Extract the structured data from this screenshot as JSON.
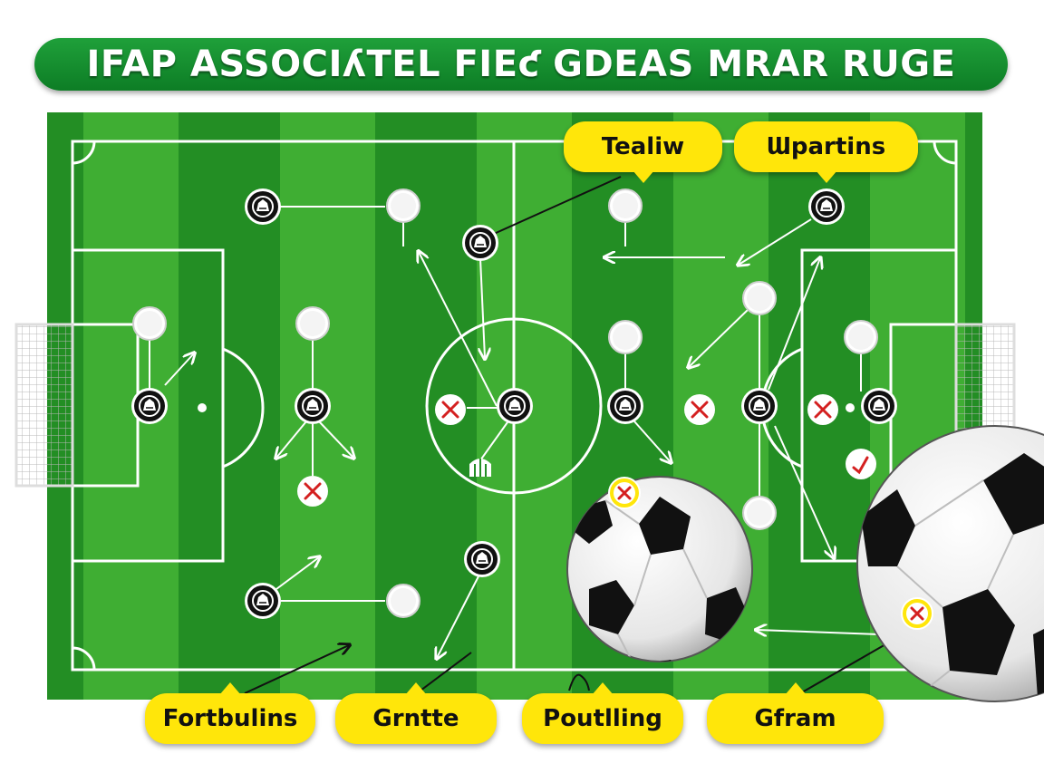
{
  "title": "IFAP ASSOCIʎTEL FIEƈ GDEAS MRAR RUGE",
  "callouts": {
    "top_left": "Tealiw",
    "top_right": "Ɯpartins",
    "bottom_1": "Fortbulins",
    "bottom_2": "Grntte",
    "bottom_3": "Poutlling",
    "bottom_4": "Gfram"
  },
  "icons": {
    "player": "player-icon",
    "marker": "marker-icon",
    "cross": "cross-icon",
    "ball": "soccer-ball-icon",
    "goal": "goal-net-icon"
  },
  "colors": {
    "title_green": "#129030",
    "pitch_dark": "#238e24",
    "pitch_light": "#3fae33",
    "callout_yellow": "#ffe60a",
    "cross_red": "#d42020"
  }
}
